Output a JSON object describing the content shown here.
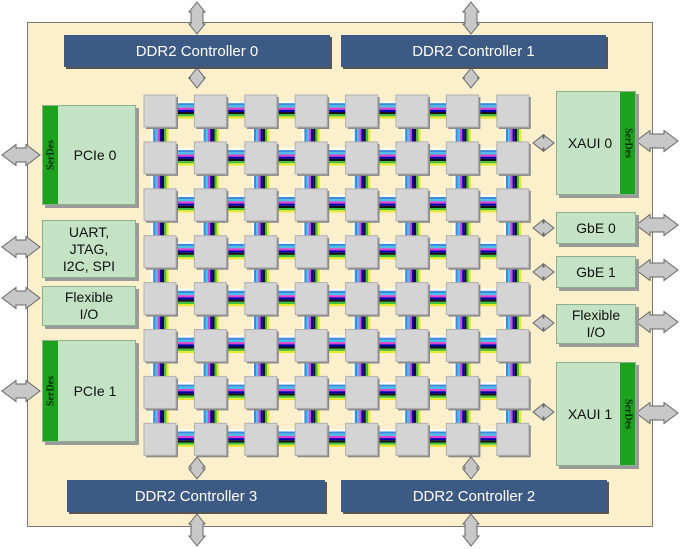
{
  "ddr_controllers": [
    {
      "label": "DDR2 Controller 0"
    },
    {
      "label": "DDR2 Controller 1"
    },
    {
      "label": "DDR2 Controller 3"
    },
    {
      "label": "DDR2 Controller 2"
    }
  ],
  "left_blocks": {
    "pcie0": "PCIe 0",
    "uart": [
      "UART,",
      "JTAG,",
      "I2C, SPI"
    ],
    "flexible_io": [
      "Flexible",
      "I/O"
    ],
    "pcie1": "PCIe 1"
  },
  "right_blocks": {
    "xaui0": "XAUI 0",
    "gbe0": "GbE 0",
    "gbe1": "GbE 1",
    "flexible_io": [
      "Flexible",
      "I/O"
    ],
    "xaui1": "XAUI 1"
  },
  "serdes_label": "SerDes",
  "mesh": {
    "rows": 8,
    "cols": 8
  },
  "colors": {
    "chip_fill": "#fcf0cc",
    "ddr_fill": "#3d5a85",
    "io_fill": "#c4e3c4",
    "serdes_fill": "#1ca21c",
    "tile_fill": "#d4d4d4",
    "link_colors": [
      "#ffffff",
      "#3a8ae0",
      "#48c0e8",
      "#e040d0",
      "#0000b0",
      "#111111",
      "#40c040",
      "#e8e830"
    ]
  }
}
